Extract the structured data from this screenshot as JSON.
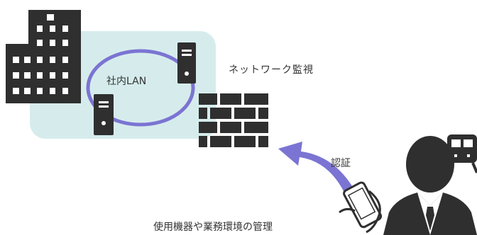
{
  "labels": {
    "lan": "社内LAN",
    "network_monitoring": "ネットワーク監視",
    "authentication": "認証",
    "device_management": "使用機器や業務環境の管理"
  },
  "colors": {
    "office_zone": "#d6ecec",
    "lan_ring": "#7b74d3",
    "arrow": "#7b74d3",
    "dark_icon": "#2f2f2f",
    "text": "#333333"
  },
  "icons": [
    "office-building-icon",
    "server-icon",
    "firewall-icon",
    "smartphone-icon",
    "businessman-icon",
    "train-icon"
  ]
}
